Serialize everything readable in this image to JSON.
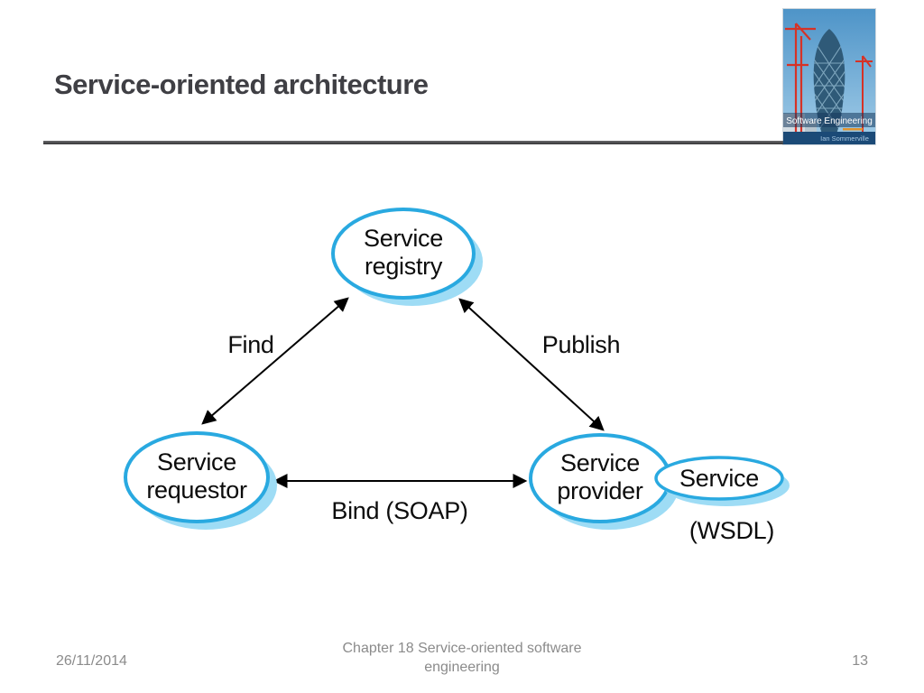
{
  "title": "Service-oriented architecture",
  "book": {
    "series_title": "Software Engineering",
    "author": "Ian Sommerville"
  },
  "diagram": {
    "nodes": {
      "registry": {
        "line1": "Service",
        "line2": "registry"
      },
      "requestor": {
        "line1": "Service",
        "line2": "requestor"
      },
      "provider": {
        "line1": "Service",
        "line2": "provider"
      },
      "service": {
        "label": "Service",
        "caption": "(WSDL)"
      }
    },
    "edges": {
      "find": {
        "label": "Find"
      },
      "publish": {
        "label": "Publish"
      },
      "bind": {
        "label": "Bind (SOAP)"
      }
    }
  },
  "footer": {
    "date": "26/11/2014",
    "center": "Chapter 18 Service-oriented software engineering",
    "page": "13"
  },
  "colors": {
    "node_stroke": "#29a9e0",
    "node_shadow": "#9edcf5",
    "arrow": "#000000",
    "title_text": "#3f3f44",
    "footer_text": "#8b8b8b",
    "cover_band": "#1b4a77",
    "crane_red": "#d63226"
  }
}
